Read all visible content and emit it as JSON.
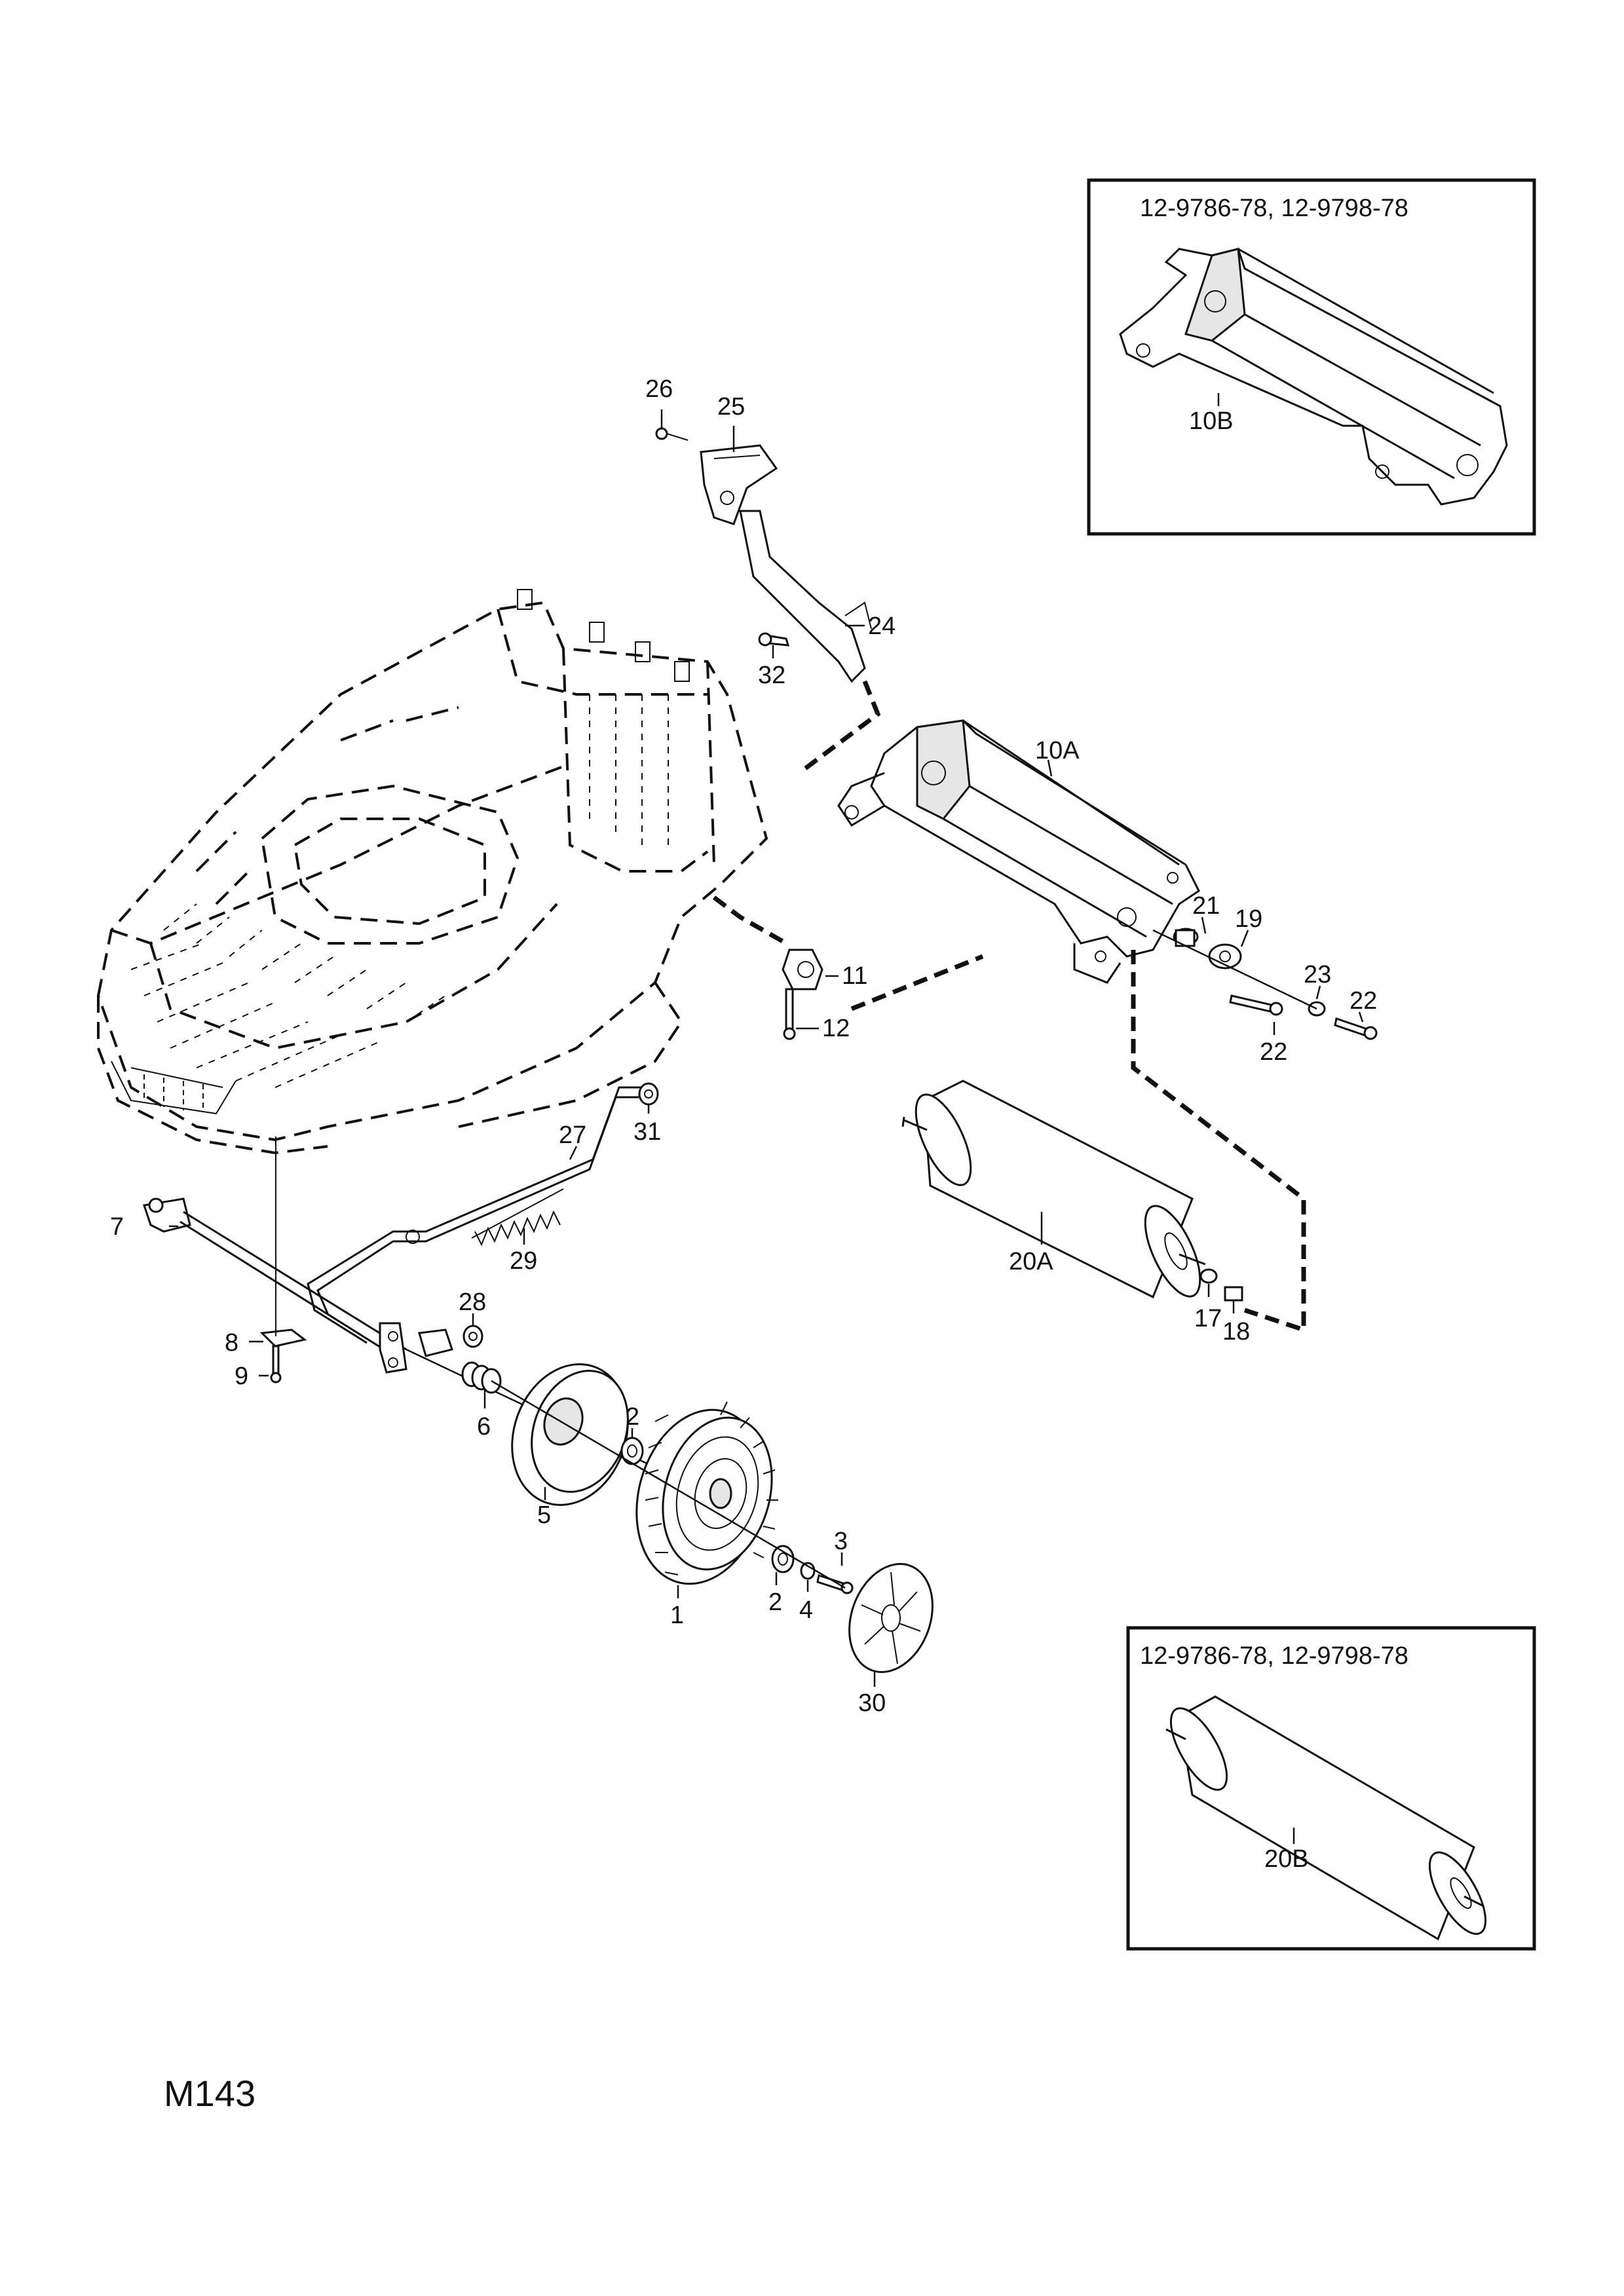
{
  "document": {
    "code": "M143",
    "insets": {
      "top": {
        "model_numbers": "12-9786-78, 12-9798-78",
        "part_label": "10B"
      },
      "bottom": {
        "model_numbers": "12-9786-78, 12-9798-78",
        "part_label": "20B"
      }
    },
    "callouts": {
      "p1": "1",
      "p2a": "2",
      "p2b": "2",
      "p3": "3",
      "p4": "4",
      "p5": "5",
      "p6": "6",
      "p7": "7",
      "p8": "8",
      "p9": "9",
      "p10a": "10A",
      "p11": "11",
      "p12": "12",
      "p17": "17",
      "p18": "18",
      "p19": "19",
      "p20a": "20A",
      "p21": "21",
      "p22a": "22",
      "p22b": "22",
      "p23": "23",
      "p24": "24",
      "p25": "25",
      "p26": "26",
      "p27": "27",
      "p28": "28",
      "p29": "29",
      "p30": "30",
      "p31": "31",
      "p32": "32"
    }
  }
}
